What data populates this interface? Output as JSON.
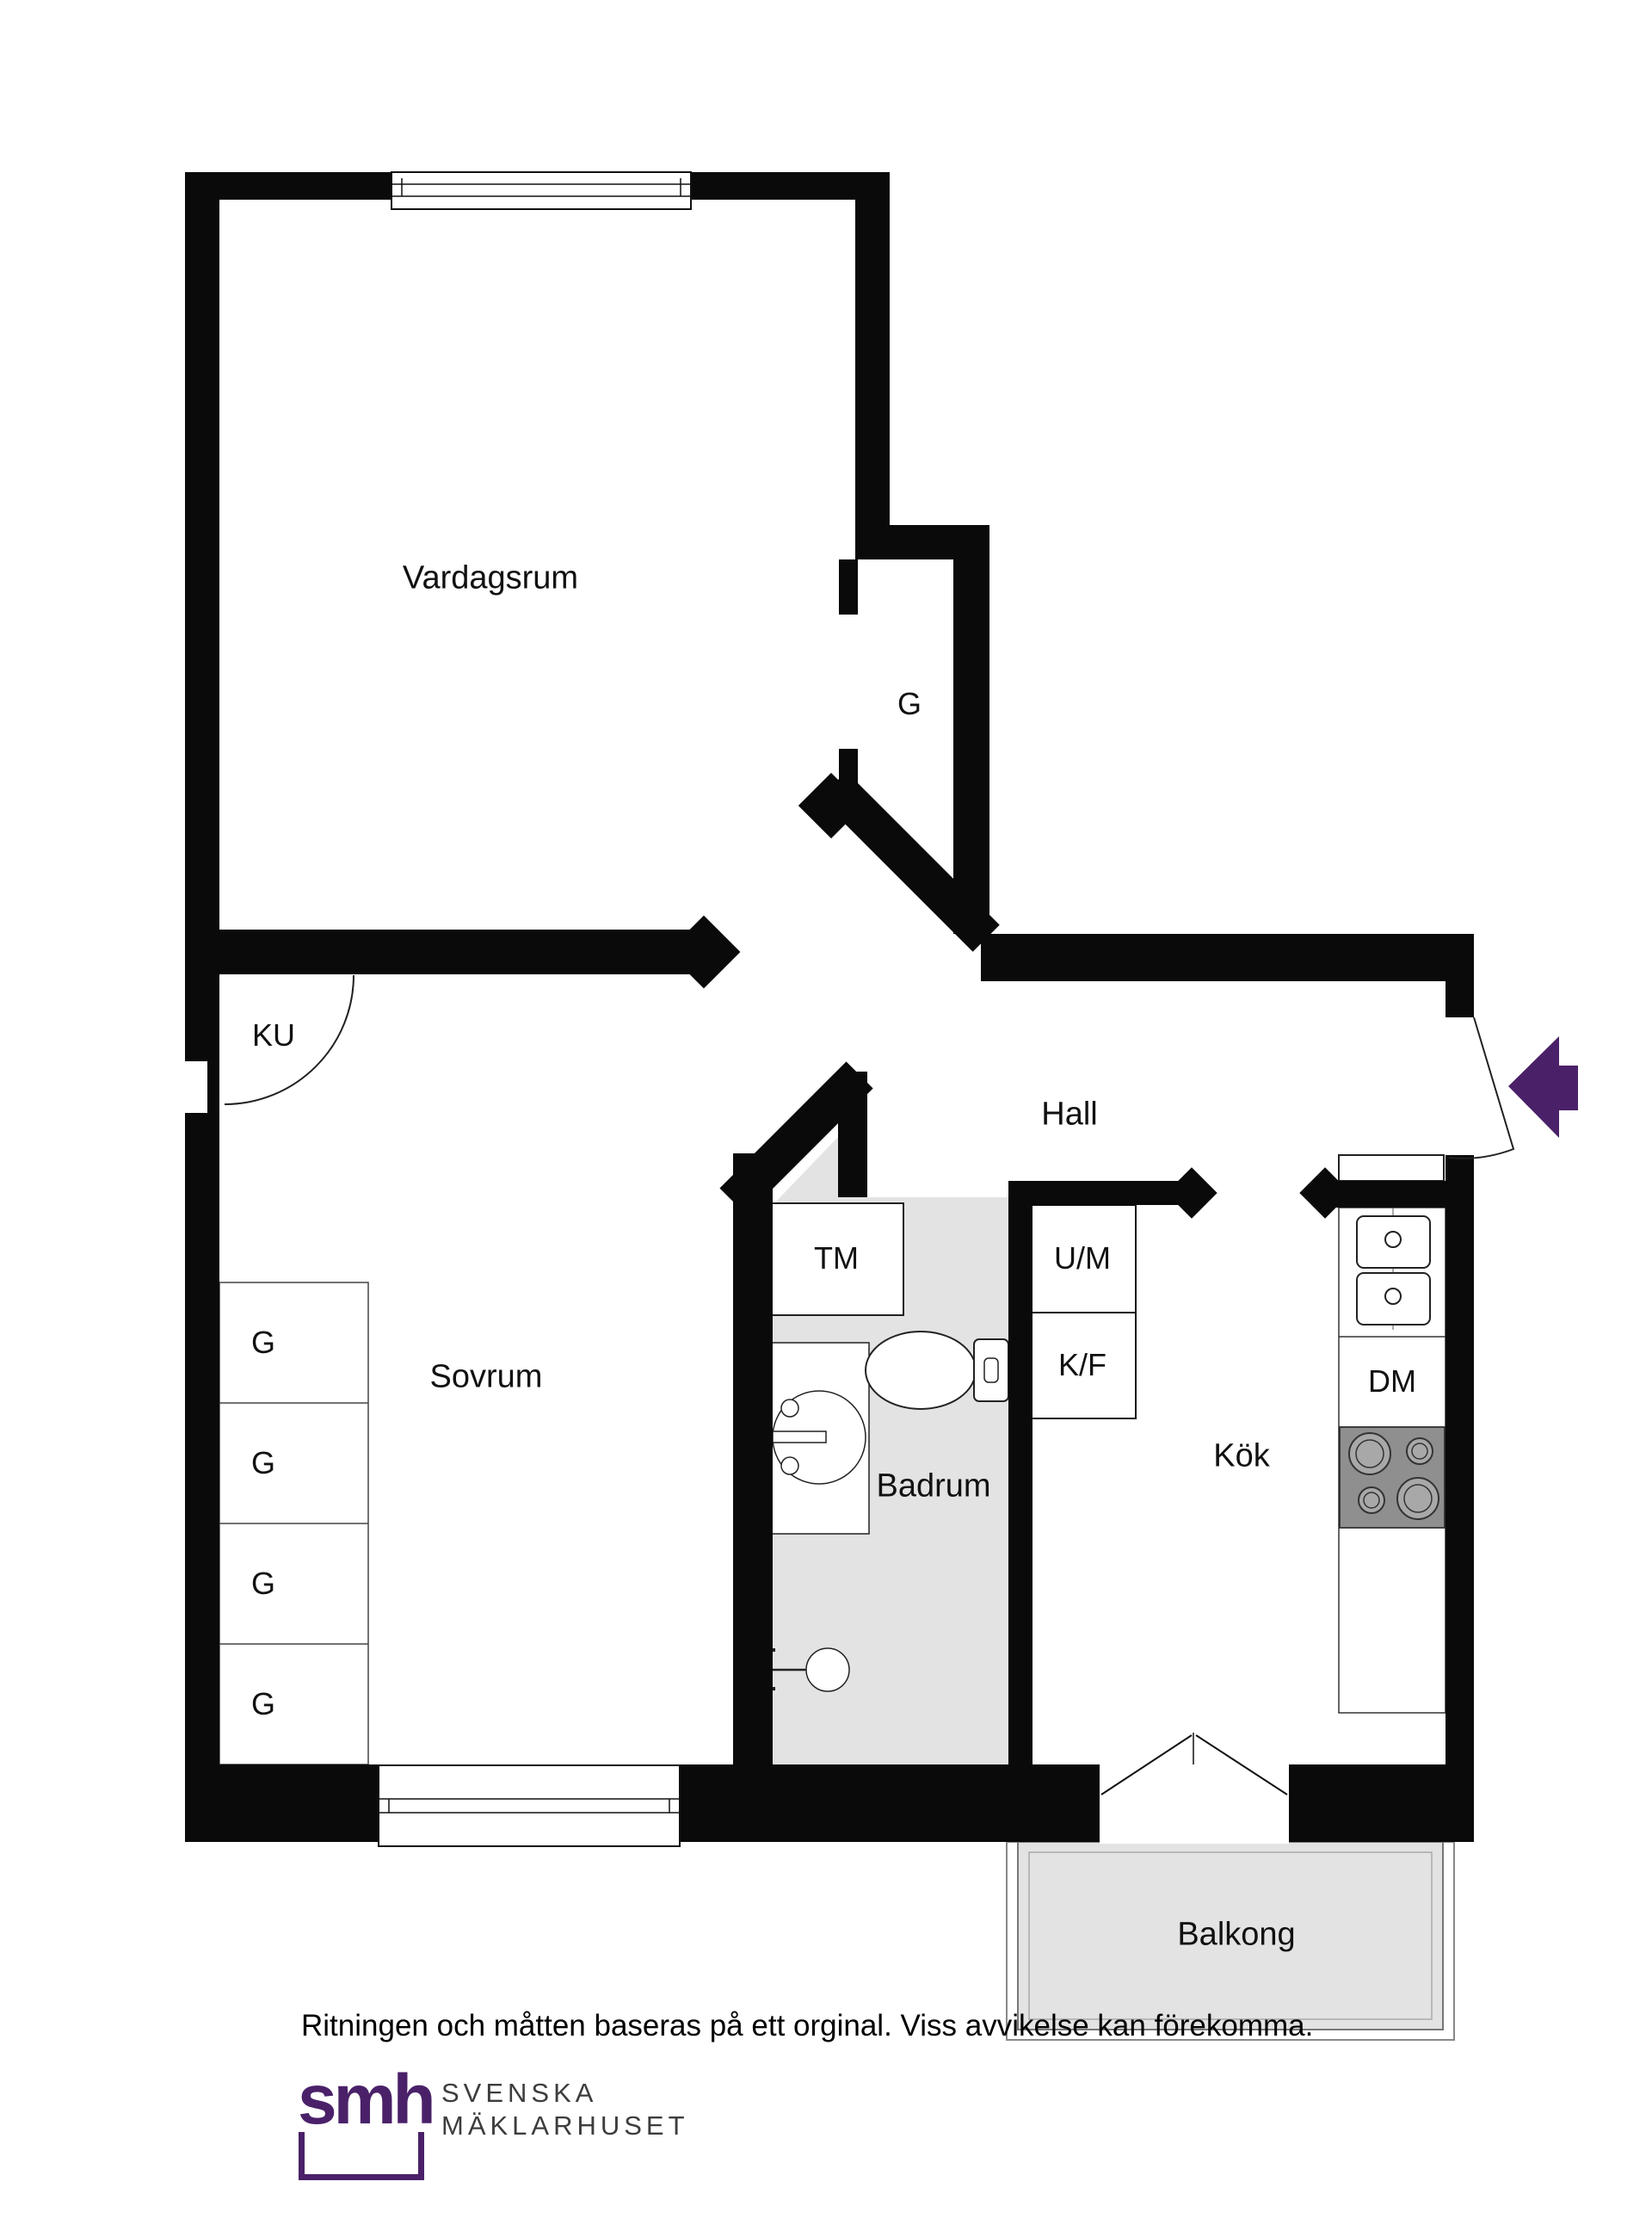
{
  "rooms": {
    "vardagsrum": "Vardagsrum",
    "hall": "Hall",
    "sovrum": "Sovrum",
    "badrum": "Badrum",
    "kok": "Kök",
    "balkong": "Balkong"
  },
  "fixtures": {
    "closet": "G",
    "ku": "KU",
    "tm": "TM",
    "um": "U/M",
    "kf": "K/F",
    "dm": "DM"
  },
  "wardrobes": [
    "G",
    "G",
    "G",
    "G"
  ],
  "footer": {
    "disclaimer": "Ritningen och måtten baseras på ett orginal. Viss avvikelse kan förekomma.",
    "logo_text": "smh",
    "brand_line1": "SVENSKA",
    "brand_line2": "MÄKLARHUSET"
  },
  "colors": {
    "wall": "#0a0a0a",
    "floor_gray": "#e3e3e3",
    "stove_gray": "#8f8f8f",
    "accent_purple": "#4a2169",
    "brand_text": "#3d3d3d"
  }
}
